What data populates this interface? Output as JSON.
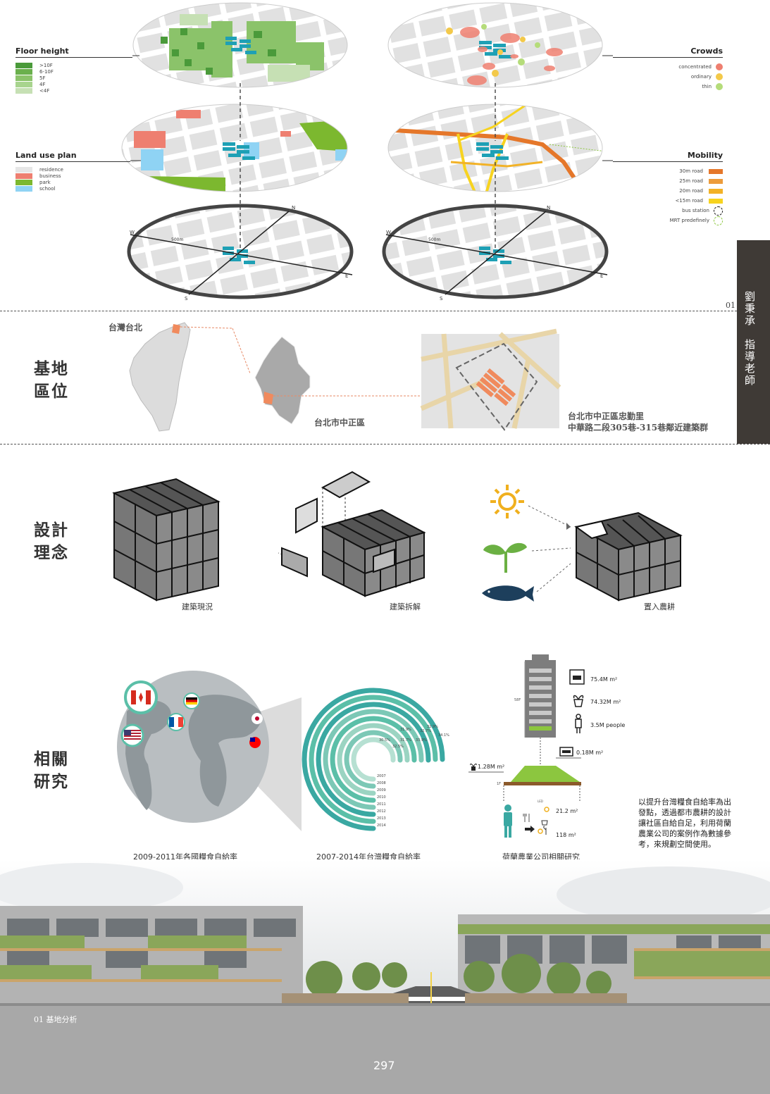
{
  "maps": {
    "floor_height": {
      "title": "Floor height",
      "items": [
        {
          "label": ">10F",
          "color": "#4a9a3a"
        },
        {
          "label": "6-10F",
          "color": "#6ab04c"
        },
        {
          "label": "5F",
          "color": "#8bc36a"
        },
        {
          "label": "4F",
          "color": "#a8d48e"
        },
        {
          "label": "<4F",
          "color": "#c6e0b4"
        }
      ]
    },
    "land_use": {
      "title": "Land use plan",
      "items": [
        {
          "label": "residence",
          "color": "#e6e6e6"
        },
        {
          "label": "business",
          "color": "#ee7f70"
        },
        {
          "label": "park",
          "color": "#7cb82f"
        },
        {
          "label": "school",
          "color": "#8fd3f4"
        }
      ]
    },
    "crowds": {
      "title": "Crowds",
      "items": [
        {
          "label": "concentrated",
          "color": "#ee7f70"
        },
        {
          "label": "ordinary",
          "color": "#f3c94a"
        },
        {
          "label": "thin",
          "color": "#b5dc7a"
        }
      ]
    },
    "mobility": {
      "title": "Mobility",
      "items": [
        {
          "label": "30m road",
          "color": "#e5772a"
        },
        {
          "label": "25m road",
          "color": "#ec9c3c"
        },
        {
          "label": "20m road",
          "color": "#f2b227"
        },
        {
          "label": "<15m road",
          "color": "#f7d31f"
        },
        {
          "label": "bus station",
          "color": "#111111"
        },
        {
          "label": "MRT predefinely",
          "color": "#8cc63f"
        }
      ]
    },
    "scale_label": "500m",
    "compass": {
      "n": "N",
      "e": "E",
      "s": "S",
      "w": "W"
    }
  },
  "side_tab": {
    "page_marker": "01",
    "text": "劉秉承　指導老師"
  },
  "location": {
    "heading": "基地\n區位",
    "label_taiwan": "台灣台北",
    "label_district": "台北市中正區",
    "address_line1": "台北市中正區忠勤里",
    "address_line2": "中華路二段305巷-315巷鄰近建築群"
  },
  "design": {
    "heading": "設計\n理念",
    "captions": [
      "建築現況",
      "建築拆解",
      "置入農耕"
    ]
  },
  "research": {
    "heading": "相關\n研究",
    "world_caption": "2009-2011年各國糧食自給率",
    "taiwan_caption": "2007-2014年台灣糧食自給率",
    "dutch_caption": "荷蘭農業公司相關研究",
    "arc_chart": {
      "years": [
        "2007",
        "2008",
        "2009",
        "2010",
        "2011",
        "2012",
        "2013",
        "2014"
      ],
      "percent_labels": [
        "30.5%",
        "32.5%",
        "31.7%",
        "33.9%",
        "32.7%",
        "34.1%",
        "32.9%",
        "31.9%"
      ]
    },
    "dutch_stats": {
      "building_label": "58F",
      "floor_label": "1F",
      "area_total": "75.4M m²",
      "area_plant": "74.32M m²",
      "people": "3.5M people",
      "roof": "0.18M m²",
      "side": "1.28M m²",
      "person_area1": "21.2 m²",
      "person_area2": "118 m²",
      "small_label": "LED"
    },
    "description": "以提升台灣糧食自給率為出發點，透過都市農耕的設計讓社區自給自足，利用荷蘭農業公司的案例作為數據參考，來規劃空間使用。"
  },
  "footer": {
    "section": "01 基地分析",
    "page_number": "297"
  }
}
